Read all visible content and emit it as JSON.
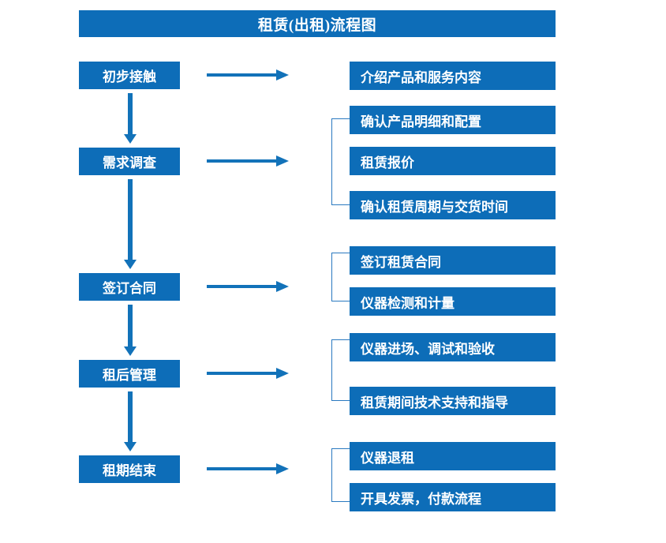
{
  "header": {
    "title": "租赁(出租)流程图"
  },
  "colors": {
    "box_blue": "#0d6db8",
    "arrow_blue": "#1272b9",
    "bracket_blue": "#2a79c0",
    "text_white": "#ffffff",
    "background": "#ffffff"
  },
  "stages": [
    {
      "label": "初步接触"
    },
    {
      "label": "需求调查"
    },
    {
      "label": "签订合同"
    },
    {
      "label": "租后管理"
    },
    {
      "label": "租期结束"
    }
  ],
  "details": [
    {
      "label": "介绍产品和服务内容"
    },
    {
      "label": "确认产品明细和配置"
    },
    {
      "label": "租赁报价"
    },
    {
      "label": "确认租赁周期与交货时间"
    },
    {
      "label": "签订租赁合同"
    },
    {
      "label": "仪器检测和计量"
    },
    {
      "label": "仪器进场、调试和验收"
    },
    {
      "label": "租赁期间技术支持和指导"
    },
    {
      "label": "仪器退租"
    },
    {
      "label": "开具发票，付款流程"
    }
  ],
  "chart_data": {
    "type": "diagram",
    "title": "租赁(出租)流程图",
    "orientation": "top-to-bottom",
    "nodes": [
      {
        "id": "s1",
        "column": "stage",
        "label": "初步接触"
      },
      {
        "id": "s2",
        "column": "stage",
        "label": "需求调查"
      },
      {
        "id": "s3",
        "column": "stage",
        "label": "签订合同"
      },
      {
        "id": "s4",
        "column": "stage",
        "label": "租后管理"
      },
      {
        "id": "s5",
        "column": "stage",
        "label": "租期结束"
      },
      {
        "id": "d1",
        "column": "detail",
        "label": "介绍产品和服务内容"
      },
      {
        "id": "d2",
        "column": "detail",
        "label": "确认产品明细和配置"
      },
      {
        "id": "d3",
        "column": "detail",
        "label": "租赁报价"
      },
      {
        "id": "d4",
        "column": "detail",
        "label": "确认租赁周期与交货时间"
      },
      {
        "id": "d5",
        "column": "detail",
        "label": "签订租赁合同"
      },
      {
        "id": "d6",
        "column": "detail",
        "label": "仪器检测和计量"
      },
      {
        "id": "d7",
        "column": "detail",
        "label": "仪器进场、调试和验收"
      },
      {
        "id": "d8",
        "column": "detail",
        "label": "租赁期间技术支持和指导"
      },
      {
        "id": "d9",
        "column": "detail",
        "label": "仪器退租"
      },
      {
        "id": "d10",
        "column": "detail",
        "label": "开具发票，付款流程"
      }
    ],
    "edges": [
      {
        "from": "s1",
        "to": "s2",
        "direction": "down"
      },
      {
        "from": "s2",
        "to": "s3",
        "direction": "down"
      },
      {
        "from": "s3",
        "to": "s4",
        "direction": "down"
      },
      {
        "from": "s4",
        "to": "s5",
        "direction": "down"
      },
      {
        "from": "s1",
        "to": "d1",
        "direction": "right"
      },
      {
        "from": "s2",
        "to": [
          "d2",
          "d3",
          "d4"
        ],
        "direction": "right"
      },
      {
        "from": "s3",
        "to": [
          "d5",
          "d6"
        ],
        "direction": "right"
      },
      {
        "from": "s4",
        "to": [
          "d7",
          "d8"
        ],
        "direction": "right"
      },
      {
        "from": "s5",
        "to": [
          "d9",
          "d10"
        ],
        "direction": "right"
      }
    ],
    "groups": [
      {
        "bracket_for": [
          "d2",
          "d3",
          "d4"
        ]
      },
      {
        "bracket_for": [
          "d5",
          "d6"
        ]
      },
      {
        "bracket_for": [
          "d7",
          "d8"
        ]
      },
      {
        "bracket_for": [
          "d9",
          "d10"
        ]
      }
    ]
  }
}
